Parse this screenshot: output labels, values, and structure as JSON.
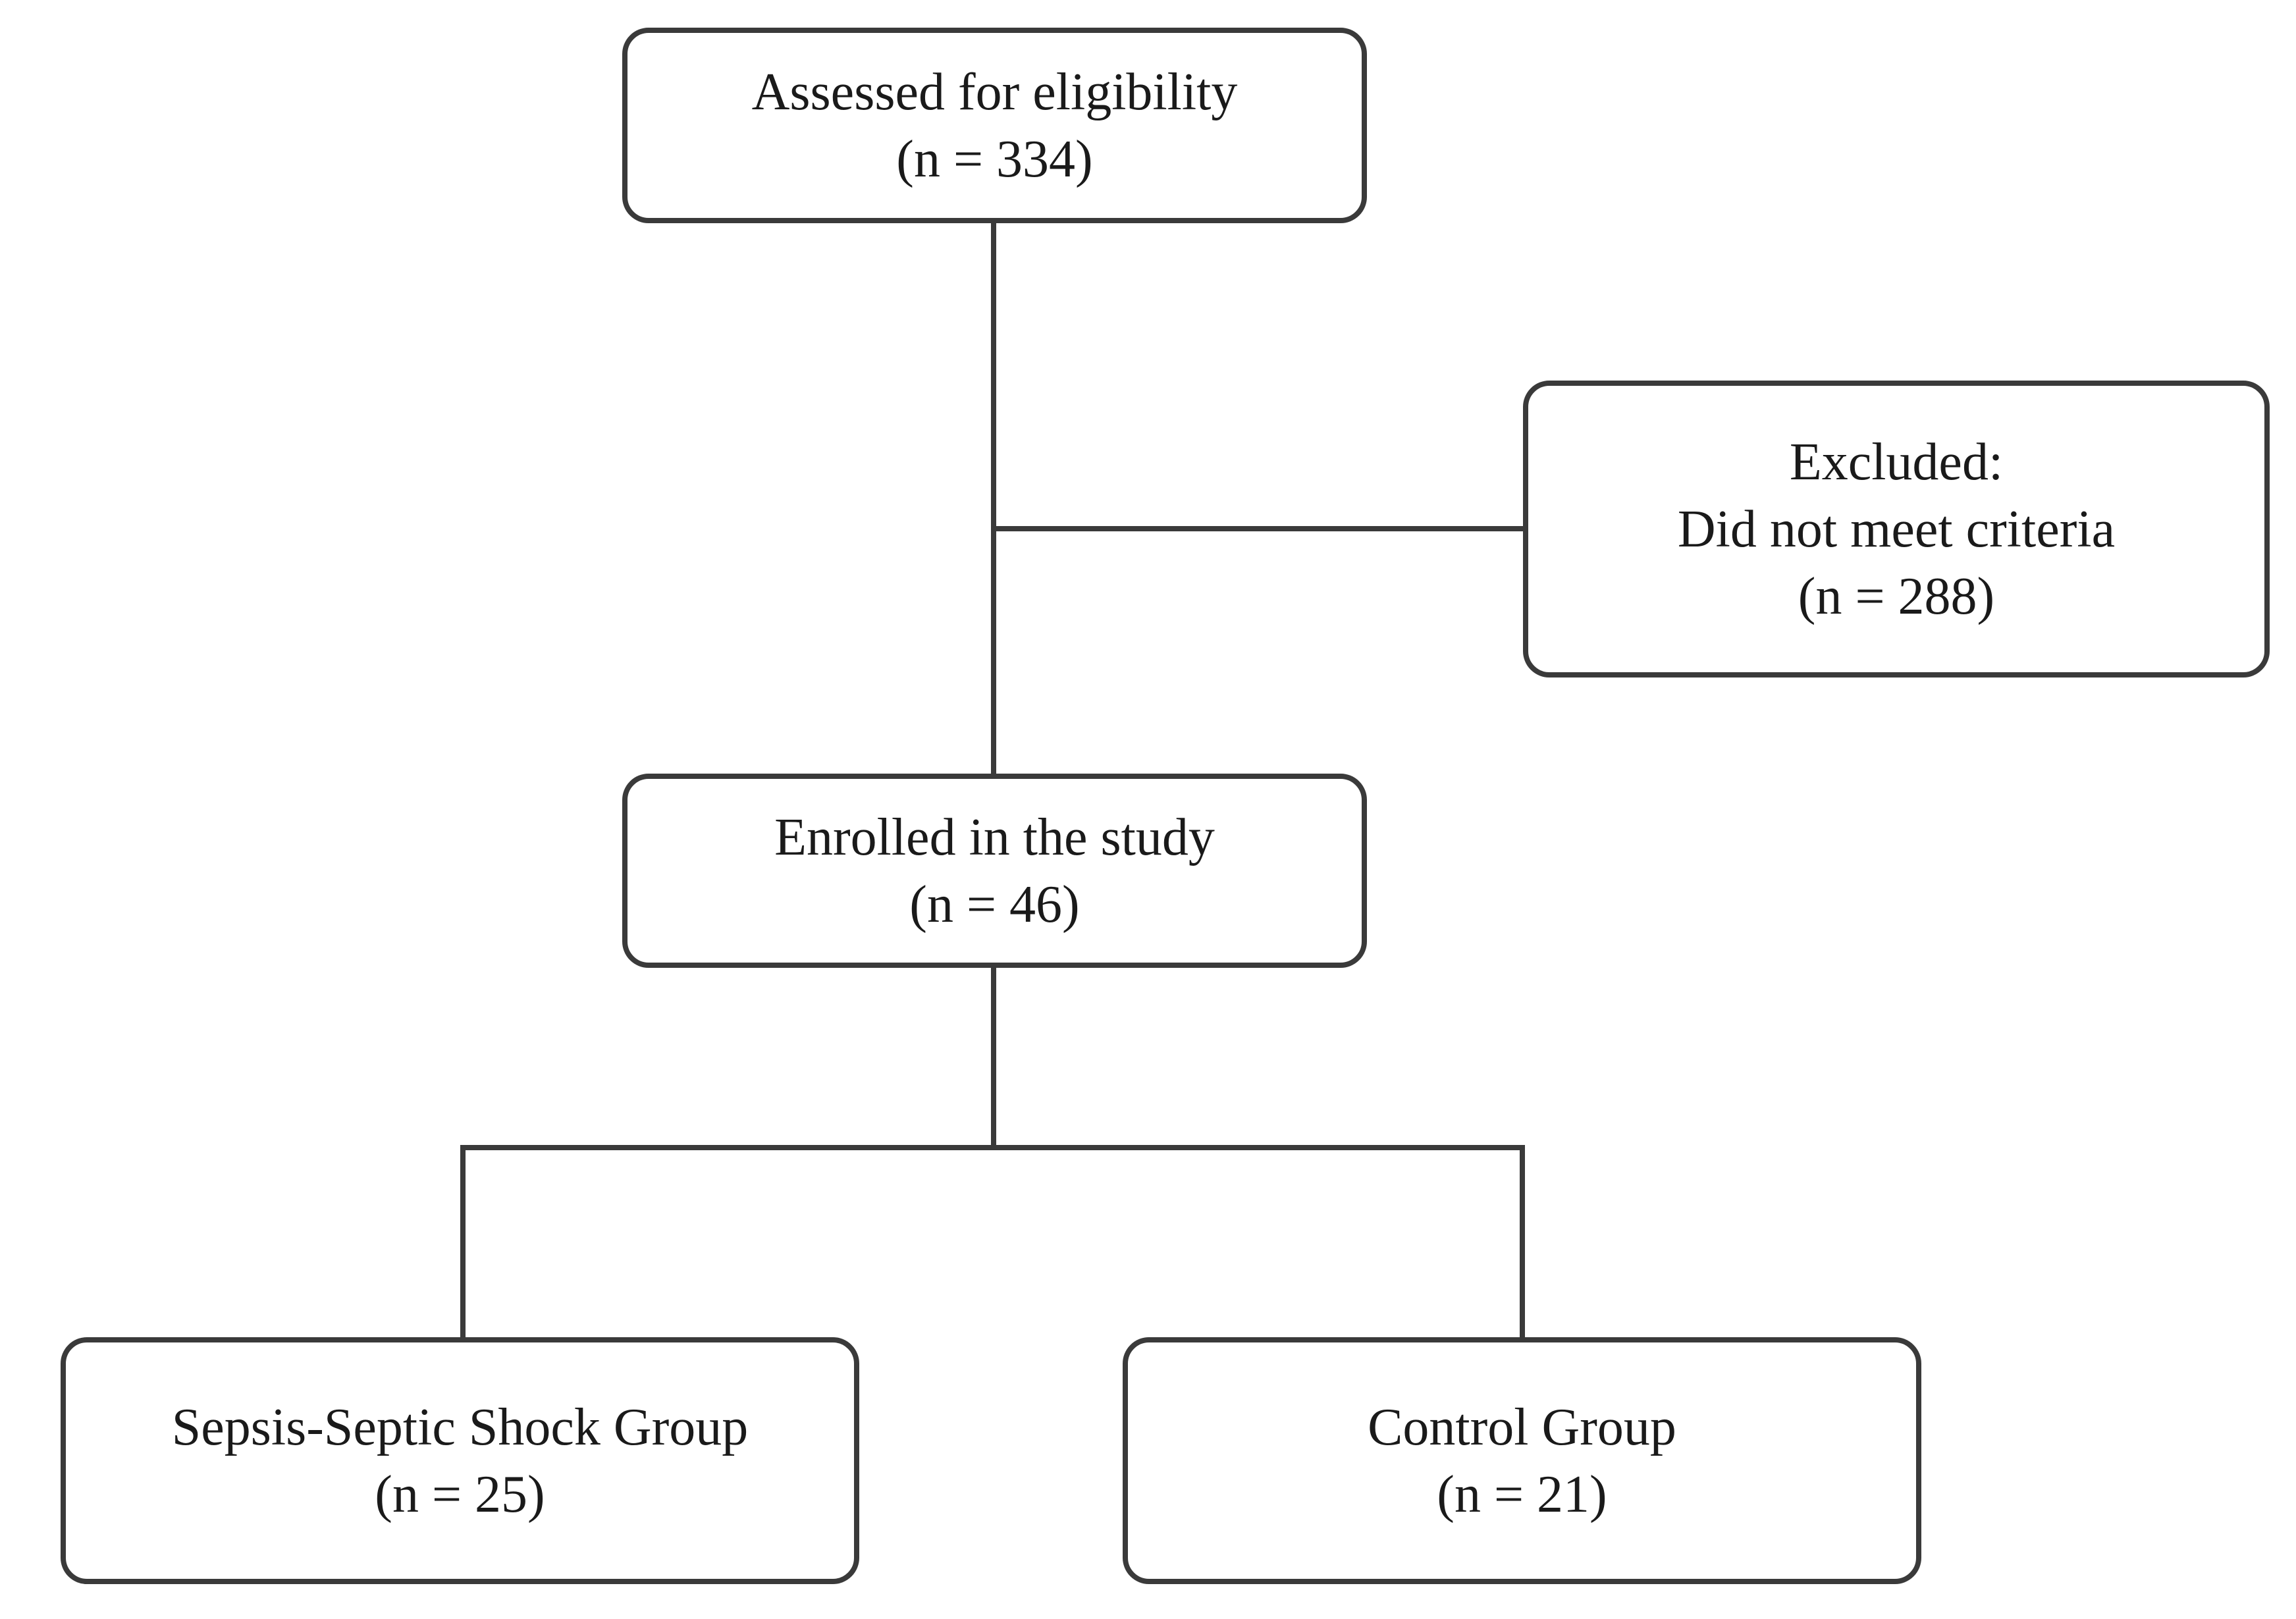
{
  "nodes": {
    "assessed": {
      "line1": "Assessed for eligibility",
      "line2": "(n = 334)"
    },
    "excluded": {
      "line1": "Excluded:",
      "line2": "Did not meet criteria",
      "line3": "(n = 288)"
    },
    "enrolled": {
      "line1": "Enrolled in the study",
      "line2": "(n = 46)"
    },
    "sepsis": {
      "line1": "Sepsis-Septic Shock Group",
      "line2": "(n = 25)"
    },
    "control": {
      "line1": "Control Group",
      "line2": "(n = 21)"
    }
  },
  "colors": {
    "stroke": "#3a3a3a",
    "text": "#1a1a1a",
    "background": "#ffffff"
  }
}
